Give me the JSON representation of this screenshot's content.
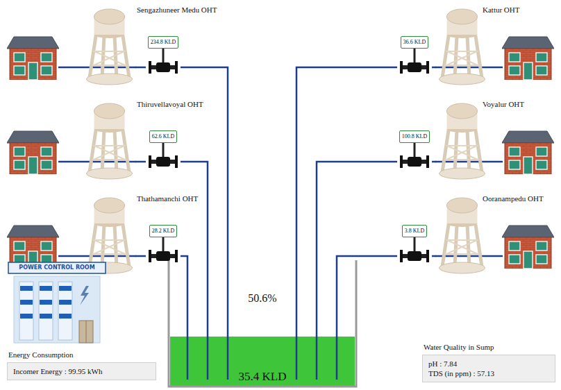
{
  "diagram": {
    "nodes": [
      {
        "text": [
          "Sengazhuneer Medu OHT"
        ]
      },
      {
        "text": [
          "234.8 KLD"
        ]
      },
      {
        "text": [
          "36.6 KLD"
        ]
      },
      {
        "text": [
          "Kattur OHT"
        ]
      },
      {
        "text": [
          "Thiruvellavoyal OHT"
        ]
      },
      {
        "text": [
          "62.6 KLD"
        ]
      },
      {
        "text": [
          "100.8 KLD"
        ]
      },
      {
        "text": [
          "Voyalur OHT"
        ]
      },
      {
        "text": [
          "Thathamanchi OHT"
        ]
      },
      {
        "text": [
          "28.2 KLD"
        ]
      },
      {
        "text": [
          "3.8 KLD"
        ]
      },
      {
        "text": [
          "Ooranampedu OHT"
        ]
      },
      {
        "text": [
          "POWER CONTROL ROOM"
        ]
      },
      {
        "text": [
          "35.4 KLD"
        ]
      },
      {
        "text": [
          "Energy Consumption",
          "Incomer Energy : 99.95 kWh"
        ]
      },
      {
        "text": [
          "Water Quality in Sump",
          "pH : 7.84",
          "TDS (in ppm) : 57.13"
        ]
      }
    ],
    "edges": [
      {
        "from": 1,
        "to": 0,
        "arrow": "none"
      },
      {
        "from": 2,
        "to": 3,
        "arrow": "none"
      },
      {
        "from": 5,
        "to": 4,
        "arrow": "none"
      },
      {
        "from": 6,
        "to": 7,
        "arrow": "none"
      },
      {
        "from": 9,
        "to": 8,
        "arrow": "none"
      },
      {
        "from": 10,
        "to": 11,
        "arrow": "none"
      },
      {
        "from": 13,
        "to": 1,
        "arrow": "none"
      },
      {
        "from": 13,
        "to": 2,
        "arrow": "none"
      },
      {
        "from": 13,
        "to": 5,
        "arrow": "none"
      },
      {
        "from": 13,
        "to": 6,
        "arrow": "none"
      },
      {
        "from": 13,
        "to": 9,
        "arrow": "none"
      },
      {
        "from": 13,
        "to": 10,
        "arrow": "none"
      }
    ],
    "labels": [
      "50.6%"
    ]
  }
}
